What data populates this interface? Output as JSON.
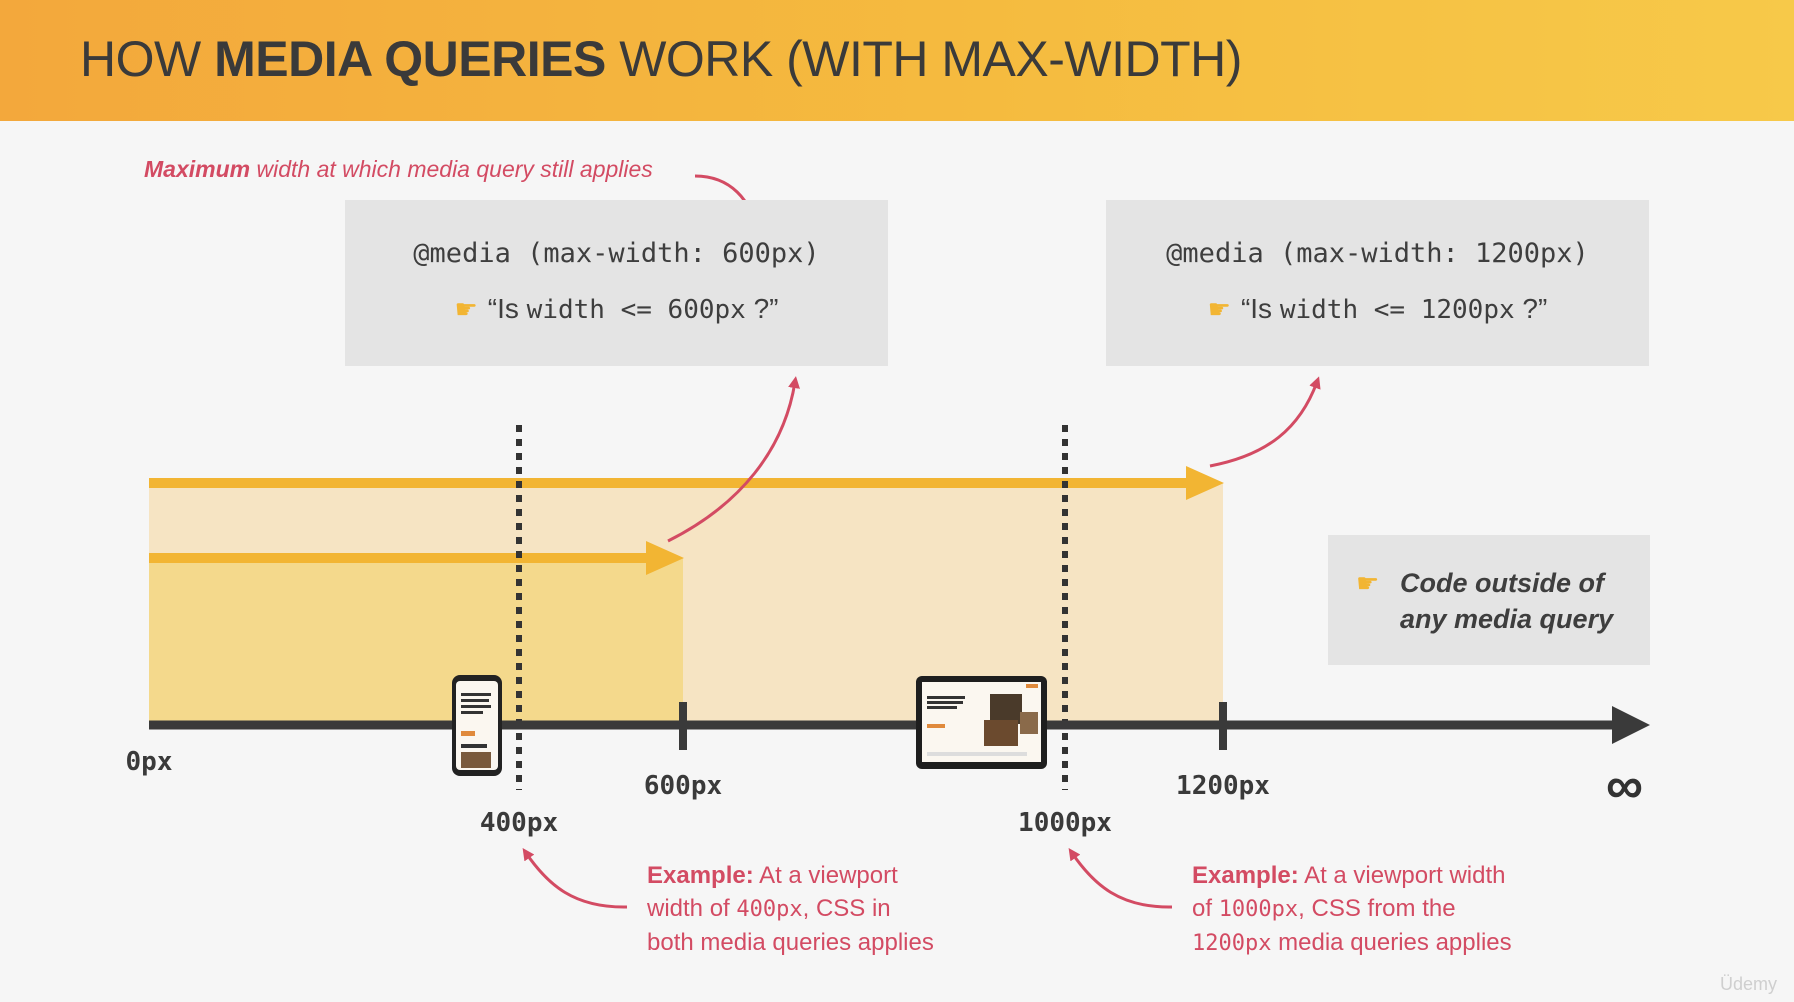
{
  "header": {
    "title_pre": "HOW ",
    "title_bold": "MEDIA QUERIES",
    "title_post": " WORK (WITH MAX-WIDTH)"
  },
  "annotation_top": {
    "bold": "Maximum",
    "rest": " width at which media query still applies"
  },
  "media_query_600": {
    "code": "@media (max-width: 600px)",
    "question_pre": "“Is ",
    "question_code": "width <= 600px",
    "question_post": " ?”"
  },
  "media_query_1200": {
    "code": "@media (max-width: 1200px)",
    "question_pre": "“Is ",
    "question_code": "width <= 1200px",
    "question_post": " ?”"
  },
  "outside_box": {
    "line1": "Code outside of",
    "line2": "any media query"
  },
  "axis": {
    "label_0": "0px",
    "label_400": "400px",
    "label_600": "600px",
    "label_1000": "1000px",
    "label_1200": "1200px",
    "label_infinity": "∞"
  },
  "example_400": {
    "bold": "Example:",
    "line1_rest": " At a viewport",
    "line2_pre": "width of ",
    "line2_code": "400px",
    "line2_post": ", CSS in",
    "line3": "both media queries applies"
  },
  "example_1000": {
    "bold": "Example:",
    "line1_rest": " At a viewport width",
    "line2_pre": "of ",
    "line2_code": "1000px",
    "line2_post": ", CSS from the",
    "line3_code": "1200px",
    "line3_post": " media queries applies"
  },
  "watermark": "Üdemy",
  "colors": {
    "header_start": "#f3a83c",
    "header_end": "#f7c949",
    "arrow_yellow": "#f2b533",
    "region_600": "#f4d98c",
    "region_1200": "#f6e4c3",
    "annotation_red": "#d34b63",
    "axis_dark": "#3a3a3a"
  },
  "icons": {
    "hand": "pointing-hand-icon"
  }
}
